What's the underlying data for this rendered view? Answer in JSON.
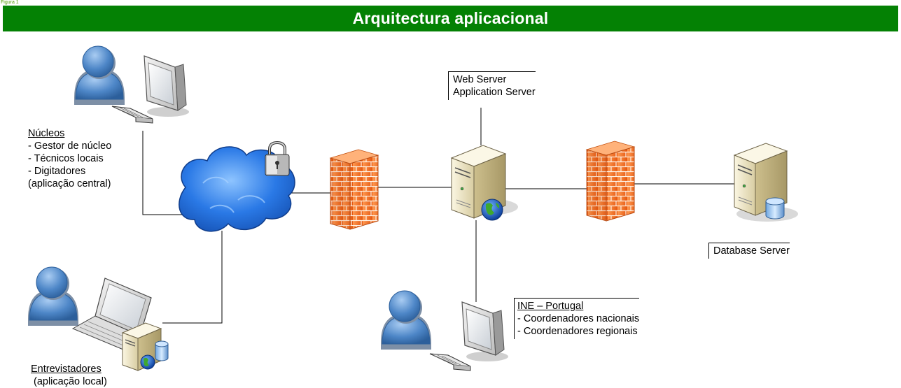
{
  "header": {
    "corner_text": "Figura 1",
    "title": "Arquitectura aplicacional"
  },
  "nodes": {
    "nucleos": {
      "heading": "Núcleos",
      "lines": [
        "- Gestor de núcleo",
        "- Técnicos locais",
        "- Digitadores",
        "(aplicação central)"
      ]
    },
    "entrevistadores": {
      "heading": "Entrevistadores",
      "sub": "(aplicação local)"
    },
    "web_server": {
      "lines": [
        "Web Server",
        "Application Server"
      ]
    },
    "database_server": {
      "label": "Database Server"
    },
    "ine": {
      "heading": "INE – Portugal",
      "lines": [
        "- Coordenadores nacionais",
        "- Coordenadores regionais"
      ]
    }
  },
  "icons": [
    "user-icon",
    "monitor-icon",
    "keyboard-icon",
    "network-cloud-icon",
    "padlock-icon",
    "firewall-icon",
    "server-icon",
    "globe-icon",
    "database-icon",
    "laptop-icon"
  ],
  "colors": {
    "banner": "#048104",
    "cloud": "#2a79e6",
    "firewall": "#f06a18",
    "user": "#4d86c7",
    "server": "#ece3c0"
  }
}
